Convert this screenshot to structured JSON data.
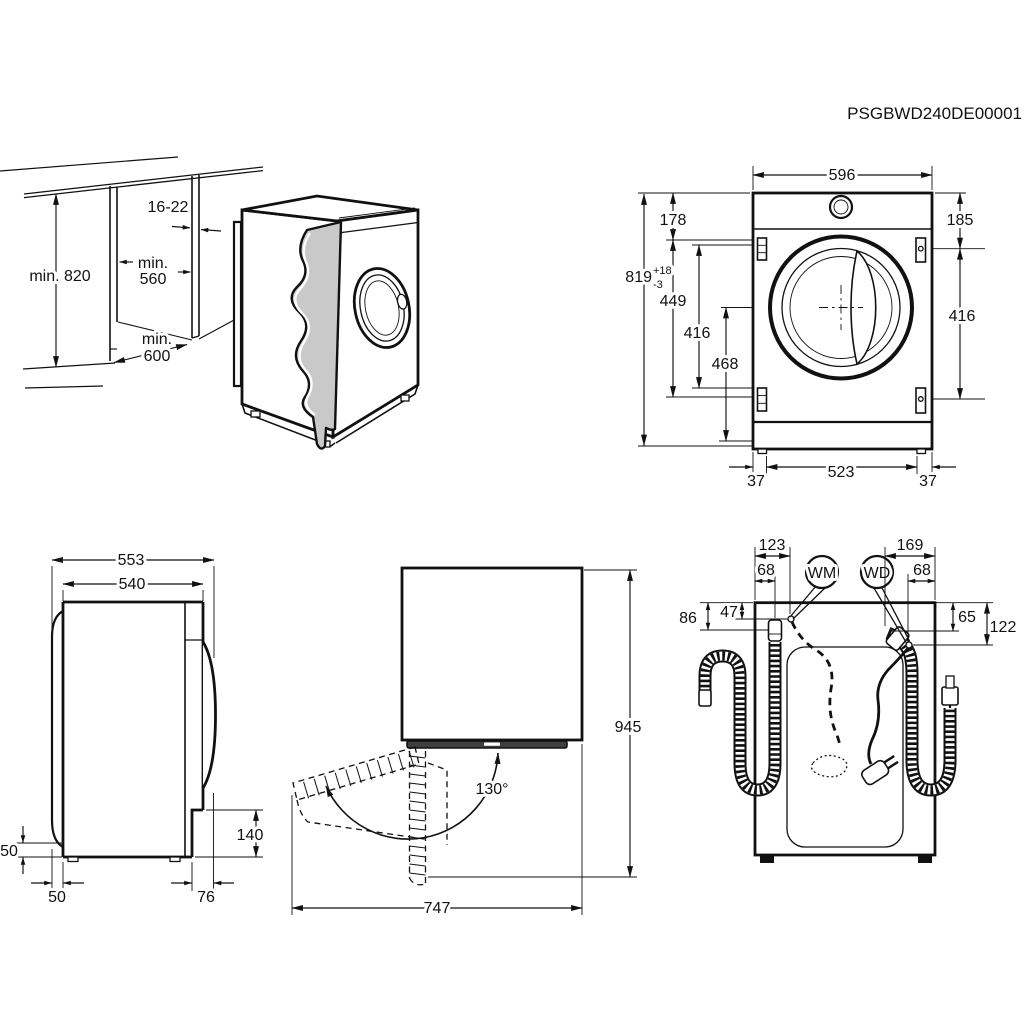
{
  "colors": {
    "ink": "#111111",
    "panel_gray": "#c9c9c9",
    "door_dark": "#3f3f3f",
    "background": "#ffffff"
  },
  "code": "PSGBWD240DE00001",
  "niche": {
    "height": "min. 820",
    "panel_thickness": "16-22",
    "depth_label": "min.",
    "depth_value": "560",
    "width_label": "min.",
    "width_value": "600"
  },
  "front": {
    "width": "596",
    "top_offset_left": "178",
    "height": "819",
    "height_tol_plus": "+18",
    "height_tol_minus": "-3",
    "hinge_span": "449",
    "mid_left": "416",
    "door_center_height": "468",
    "top_offset_right": "185",
    "bracket_span": "416",
    "foot_inset_left": "37",
    "feet_span": "523",
    "foot_inset_right": "37"
  },
  "side": {
    "depth_total": "553",
    "depth_body": "540",
    "rear_offset_height": "50",
    "rear_offset_depth": "50",
    "front_offset_depth": "76",
    "front_notch_height": "140"
  },
  "top": {
    "door_angle": "130°",
    "width_door_open": "747",
    "depth_door_open": "945"
  },
  "rear": {
    "drain_offset": "123",
    "drain_inner_offset": "68",
    "wm_label": "WM",
    "wd_label": "WD",
    "inlet_offset": "169",
    "inlet_inner_offset": "68",
    "left_outer_height": "86",
    "left_inner_height": "47",
    "right_inner_height": "65",
    "right_outer_height": "122"
  }
}
